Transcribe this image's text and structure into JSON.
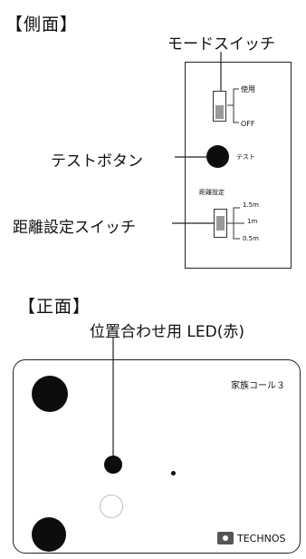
{
  "side": {
    "title": "【側面】",
    "mode_switch_label": "モードスイッチ",
    "mode_use": "使用",
    "mode_off": "OFF",
    "test_button_label": "テストボタン",
    "test_small": "テスト",
    "distance_header": "距離設定",
    "distance_switch_label": "距離設定スイッチ",
    "distance_options": [
      "1.5m",
      "1m",
      "0.5m"
    ]
  },
  "front": {
    "title": "【正面】",
    "led_label": "位置合わせ用 LED(赤)",
    "product_name": "家族コール３",
    "brand": "TECHNOS"
  }
}
